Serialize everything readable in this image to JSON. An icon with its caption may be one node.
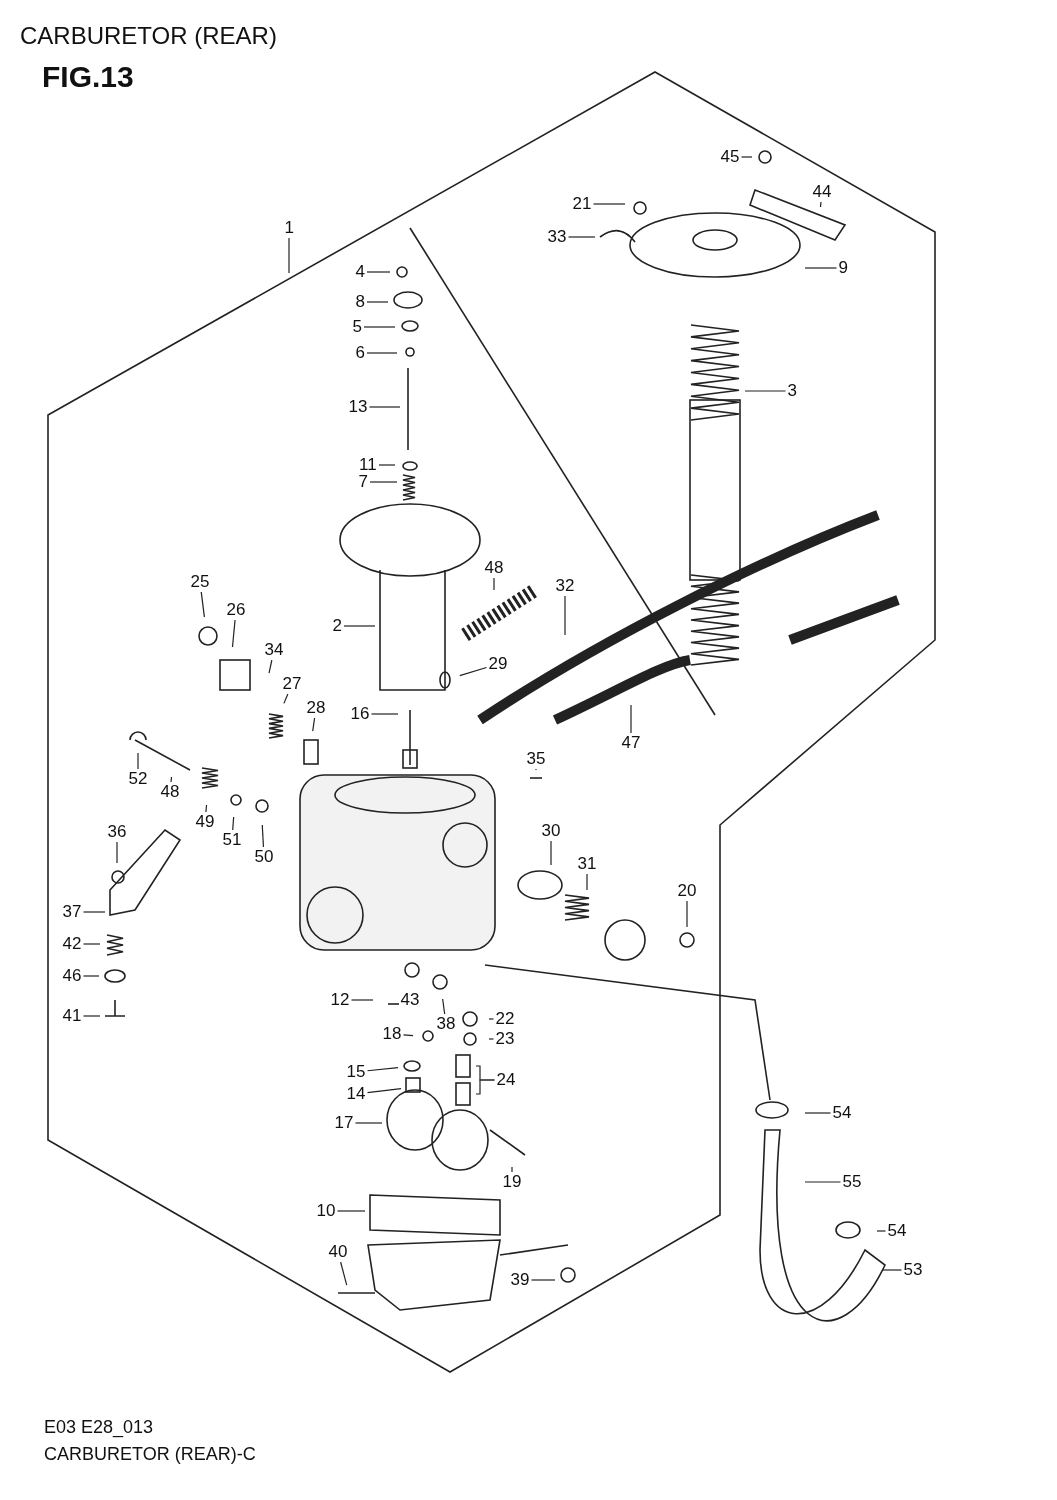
{
  "diagram": {
    "title": "CARBURETOR (REAR)",
    "nodes": [
      {
        "text": [
          "1"
        ]
      },
      {
        "text": [
          "45"
        ]
      },
      {
        "text": [
          "44"
        ]
      },
      {
        "text": [
          "21"
        ]
      },
      {
        "text": [
          "33"
        ]
      },
      {
        "text": [
          "9"
        ]
      },
      {
        "text": [
          "4"
        ]
      },
      {
        "text": [
          "8"
        ]
      },
      {
        "text": [
          "5"
        ]
      },
      {
        "text": [
          "6"
        ]
      },
      {
        "text": [
          "13"
        ]
      },
      {
        "text": [
          "3"
        ]
      },
      {
        "text": [
          "11"
        ]
      },
      {
        "text": [
          "7"
        ]
      },
      {
        "text": [
          "48"
        ]
      },
      {
        "text": [
          "25"
        ]
      },
      {
        "text": [
          "32"
        ]
      },
      {
        "text": [
          "26"
        ]
      },
      {
        "text": [
          "2"
        ]
      },
      {
        "text": [
          "34"
        ]
      },
      {
        "text": [
          "29"
        ]
      },
      {
        "text": [
          "27"
        ]
      },
      {
        "text": [
          "28"
        ]
      },
      {
        "text": [
          "16"
        ]
      },
      {
        "text": [
          "47"
        ]
      },
      {
        "text": [
          "52"
        ]
      },
      {
        "text": [
          "48"
        ]
      },
      {
        "text": [
          "35"
        ]
      },
      {
        "text": [
          "49"
        ]
      },
      {
        "text": [
          "51"
        ]
      },
      {
        "text": [
          "50"
        ]
      },
      {
        "text": [
          "30"
        ]
      },
      {
        "text": [
          "36"
        ]
      },
      {
        "text": [
          "31"
        ]
      },
      {
        "text": [
          "20"
        ]
      },
      {
        "text": [
          "37"
        ]
      },
      {
        "text": [
          "42"
        ]
      },
      {
        "text": [
          "46"
        ]
      },
      {
        "text": [
          "41"
        ]
      },
      {
        "text": [
          "12"
        ]
      },
      {
        "text": [
          "43"
        ]
      },
      {
        "text": [
          "38"
        ]
      },
      {
        "text": [
          "22"
        ]
      },
      {
        "text": [
          "18"
        ]
      },
      {
        "text": [
          "23"
        ]
      },
      {
        "text": [
          "15"
        ]
      },
      {
        "text": [
          "14"
        ]
      },
      {
        "text": [
          "24"
        ]
      },
      {
        "text": [
          "54"
        ]
      },
      {
        "text": [
          "17"
        ]
      },
      {
        "text": [
          "19"
        ]
      },
      {
        "text": [
          "55"
        ]
      },
      {
        "text": [
          "10"
        ]
      },
      {
        "text": [
          "54"
        ]
      },
      {
        "text": [
          "40"
        ]
      },
      {
        "text": [
          "53"
        ]
      },
      {
        "text": [
          "39"
        ]
      }
    ],
    "edges": [
      {
        "from": 0,
        "to": null,
        "arrow": "none"
      },
      {
        "from": 1,
        "to": null,
        "arrow": "none"
      },
      {
        "from": 2,
        "to": null,
        "arrow": "none"
      },
      {
        "from": 3,
        "to": null,
        "arrow": "none"
      },
      {
        "from": 4,
        "to": null,
        "arrow": "none"
      },
      {
        "from": 5,
        "to": null,
        "arrow": "none"
      },
      {
        "from": 6,
        "to": null,
        "arrow": "none"
      },
      {
        "from": 7,
        "to": null,
        "arrow": "none"
      },
      {
        "from": 8,
        "to": null,
        "arrow": "none"
      },
      {
        "from": 9,
        "to": null,
        "arrow": "none"
      },
      {
        "from": 10,
        "to": null,
        "arrow": "none"
      },
      {
        "from": 11,
        "to": null,
        "arrow": "none"
      },
      {
        "from": 12,
        "to": null,
        "arrow": "none"
      },
      {
        "from": 13,
        "to": null,
        "arrow": "none"
      },
      {
        "from": 14,
        "to": null,
        "arrow": "none"
      },
      {
        "from": 15,
        "to": null,
        "arrow": "none"
      },
      {
        "from": 16,
        "to": null,
        "arrow": "none"
      },
      {
        "from": 17,
        "to": null,
        "arrow": "none"
      },
      {
        "from": 18,
        "to": null,
        "arrow": "none"
      },
      {
        "from": 19,
        "to": null,
        "arrow": "none"
      },
      {
        "from": 20,
        "to": null,
        "arrow": "none"
      },
      {
        "from": 21,
        "to": null,
        "arrow": "none"
      },
      {
        "from": 22,
        "to": null,
        "arrow": "none"
      },
      {
        "from": 23,
        "to": null,
        "arrow": "none"
      },
      {
        "from": 24,
        "to": null,
        "arrow": "none"
      },
      {
        "from": 25,
        "to": null,
        "arrow": "none"
      },
      {
        "from": 26,
        "to": null,
        "arrow": "none"
      },
      {
        "from": 27,
        "to": null,
        "arrow": "none"
      },
      {
        "from": 28,
        "to": null,
        "arrow": "none"
      },
      {
        "from": 29,
        "to": null,
        "arrow": "none"
      },
      {
        "from": 30,
        "to": null,
        "arrow": "none"
      },
      {
        "from": 31,
        "to": null,
        "arrow": "none"
      },
      {
        "from": 32,
        "to": null,
        "arrow": "none"
      },
      {
        "from": 33,
        "to": null,
        "arrow": "none"
      },
      {
        "from": 34,
        "to": null,
        "arrow": "none"
      },
      {
        "from": 35,
        "to": null,
        "arrow": "none"
      },
      {
        "from": 36,
        "to": null,
        "arrow": "none"
      },
      {
        "from": 37,
        "to": null,
        "arrow": "none"
      },
      {
        "from": 38,
        "to": null,
        "arrow": "none"
      },
      {
        "from": 39,
        "to": null,
        "arrow": "none"
      },
      {
        "from": 40,
        "to": null,
        "arrow": "none"
      },
      {
        "from": 41,
        "to": null,
        "arrow": "none"
      },
      {
        "from": 42,
        "to": null,
        "arrow": "none"
      },
      {
        "from": 43,
        "to": null,
        "arrow": "none"
      },
      {
        "from": 44,
        "to": null,
        "arrow": "none"
      },
      {
        "from": 45,
        "to": null,
        "arrow": "none"
      },
      {
        "from": 46,
        "to": null,
        "arrow": "none"
      },
      {
        "from": 47,
        "to": null,
        "arrow": "none"
      },
      {
        "from": 47,
        "to": null,
        "arrow": "none"
      },
      {
        "from": 48,
        "to": null,
        "arrow": "none"
      },
      {
        "from": 49,
        "to": null,
        "arrow": "none"
      },
      {
        "from": 50,
        "to": null,
        "arrow": "none"
      },
      {
        "from": 51,
        "to": null,
        "arrow": "none"
      },
      {
        "from": 52,
        "to": null,
        "arrow": "none"
      },
      {
        "from": 53,
        "to": null,
        "arrow": "none"
      },
      {
        "from": 54,
        "to": null,
        "arrow": "none"
      },
      {
        "from": 55,
        "to": null,
        "arrow": "none"
      },
      {
        "from": 56,
        "to": null,
        "arrow": "none"
      }
    ],
    "labels": [
      "FIG.13",
      "E03 E28_013",
      "CARBURETOR (REAR)-C"
    ]
  }
}
